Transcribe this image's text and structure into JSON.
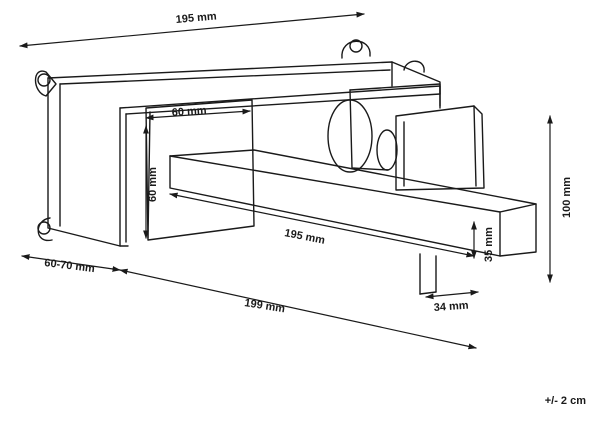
{
  "dimensions": {
    "top_width": "195 mm",
    "plate_width": "60 mm",
    "plate_height": "60 mm",
    "height": "100 mm",
    "spout_length": "195 mm",
    "spout_height": "35 mm",
    "spout_width": "34 mm",
    "wall_depth": "60-70 mm",
    "total_depth": "199 mm"
  },
  "tolerance": "+/- 2 cm",
  "colors": {
    "line": "#1a1a1a",
    "background": "#ffffff"
  }
}
